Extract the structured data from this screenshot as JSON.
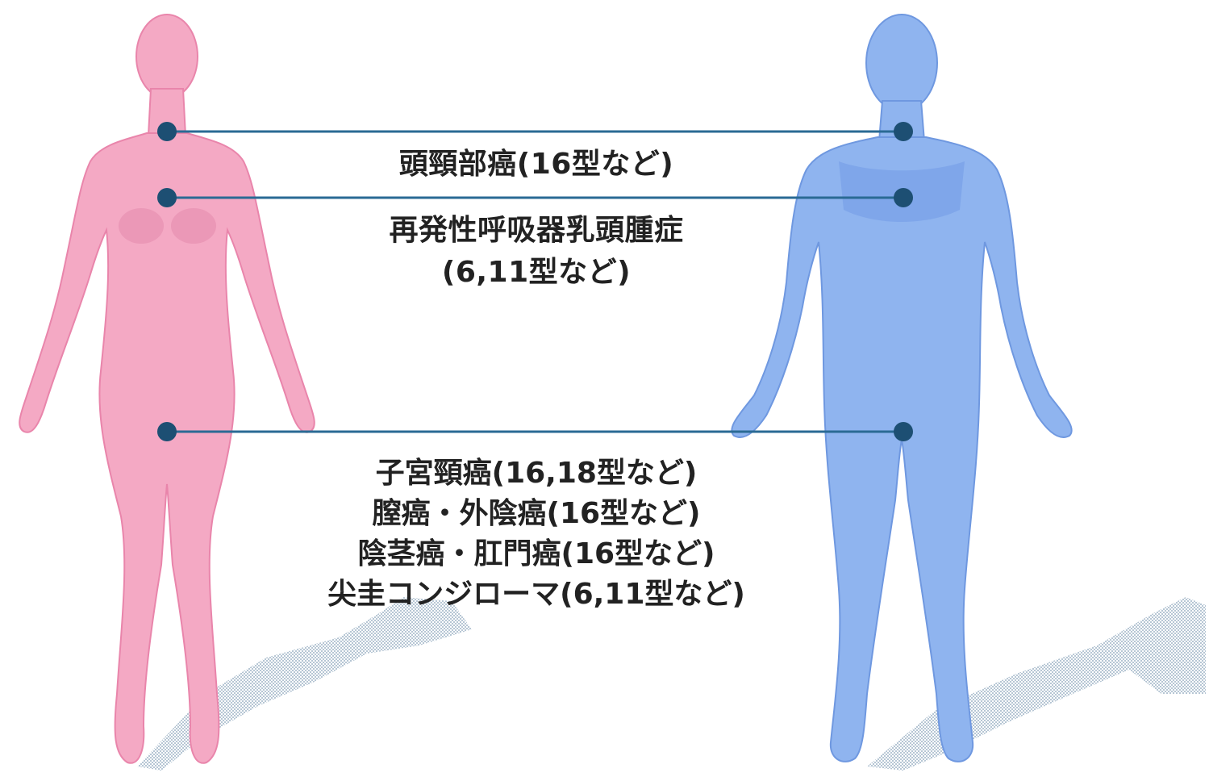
{
  "figures": {
    "female": {
      "color": "#f4a9c4",
      "shade": "#e985ab"
    },
    "male": {
      "color": "#8fb4ef",
      "shade": "#6f98e0"
    },
    "shadow_color": "#9eb3c5",
    "connector_color": "#2a6a94",
    "dot_color": "#1d4f73"
  },
  "labels": {
    "head_neck": "頭頸部癌(16型など)",
    "rrp_line1": "再発性呼吸器乳頭腫症",
    "rrp_line2": "(6,11型など)",
    "lower": [
      "子宮頸癌(16,18型など)",
      "膣癌・外陰癌(16型など)",
      "陰茎癌・肛門癌(16型など)",
      "尖圭コンジローマ(6,11型など)"
    ]
  }
}
